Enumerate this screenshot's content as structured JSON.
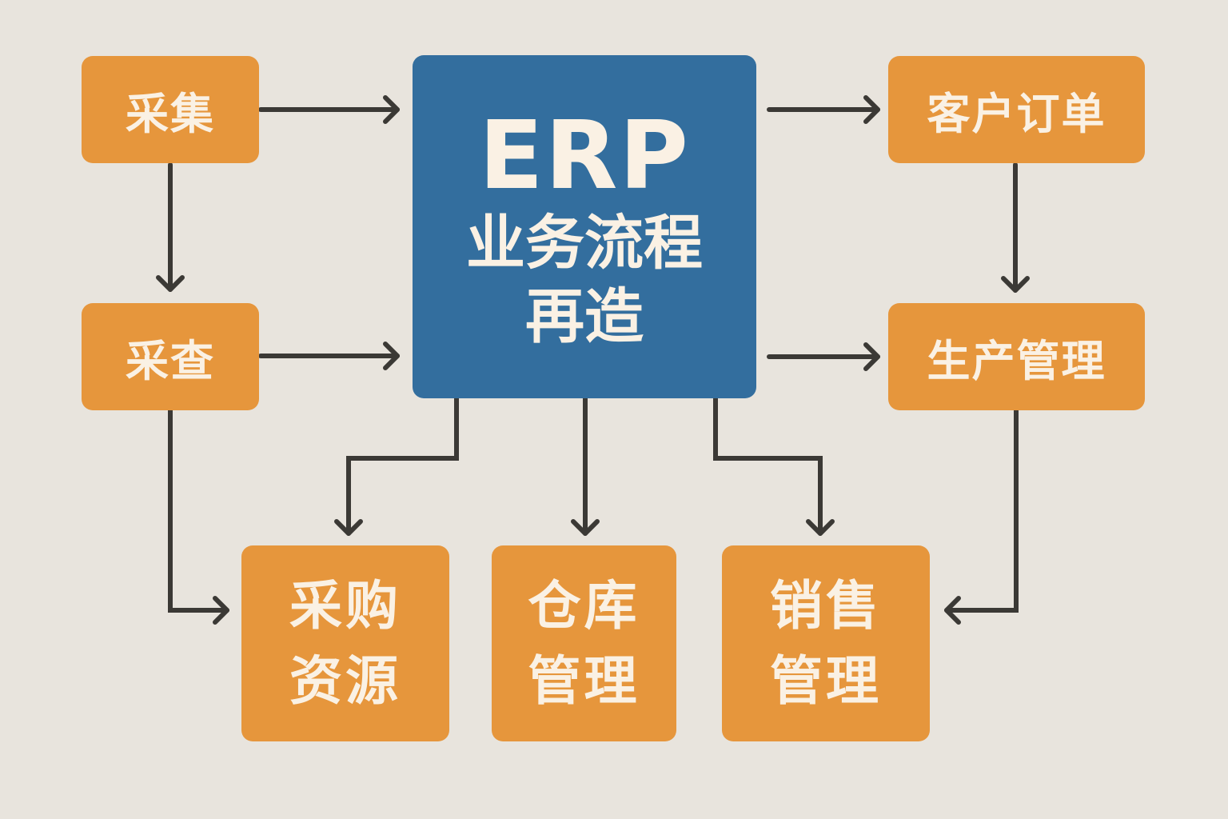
{
  "diagram": {
    "center": {
      "title": "ERP",
      "subtitle_line1": "业务流程",
      "subtitle_line2": "再造"
    },
    "nodes": {
      "caiji": "采集",
      "caicha": "采查",
      "kehu_dingdan": "客户订单",
      "shengchan_guanli": "生产管理",
      "caigou_ziyuan": [
        "采购",
        "资源"
      ],
      "cangku_guanli": [
        "仓库",
        "管理"
      ],
      "xiaoshou_guanli": [
        "销售",
        "管理"
      ]
    },
    "edges": [
      {
        "from": "采集",
        "to": "ERP 业务流程再造"
      },
      {
        "from": "采集",
        "to": "采查"
      },
      {
        "from": "采查",
        "to": "ERP 业务流程再造"
      },
      {
        "from": "采查",
        "to": "采购资源"
      },
      {
        "from": "ERP 业务流程再造",
        "to": "客户订单"
      },
      {
        "from": "ERP 业务流程再造",
        "to": "生产管理"
      },
      {
        "from": "客户订单",
        "to": "生产管理"
      },
      {
        "from": "ERP 业务流程再造",
        "to": "采购资源"
      },
      {
        "from": "ERP 业务流程再造",
        "to": "仓库管理"
      },
      {
        "from": "ERP 业务流程再造",
        "to": "销售管理"
      },
      {
        "from": "生产管理",
        "to": "销售管理"
      }
    ],
    "colors": {
      "background": "#e8e4dd",
      "node_orange": "#e6963c",
      "center_blue": "#336e9e",
      "text_cream": "#faf1e4",
      "arrow": "#3b3935"
    }
  }
}
